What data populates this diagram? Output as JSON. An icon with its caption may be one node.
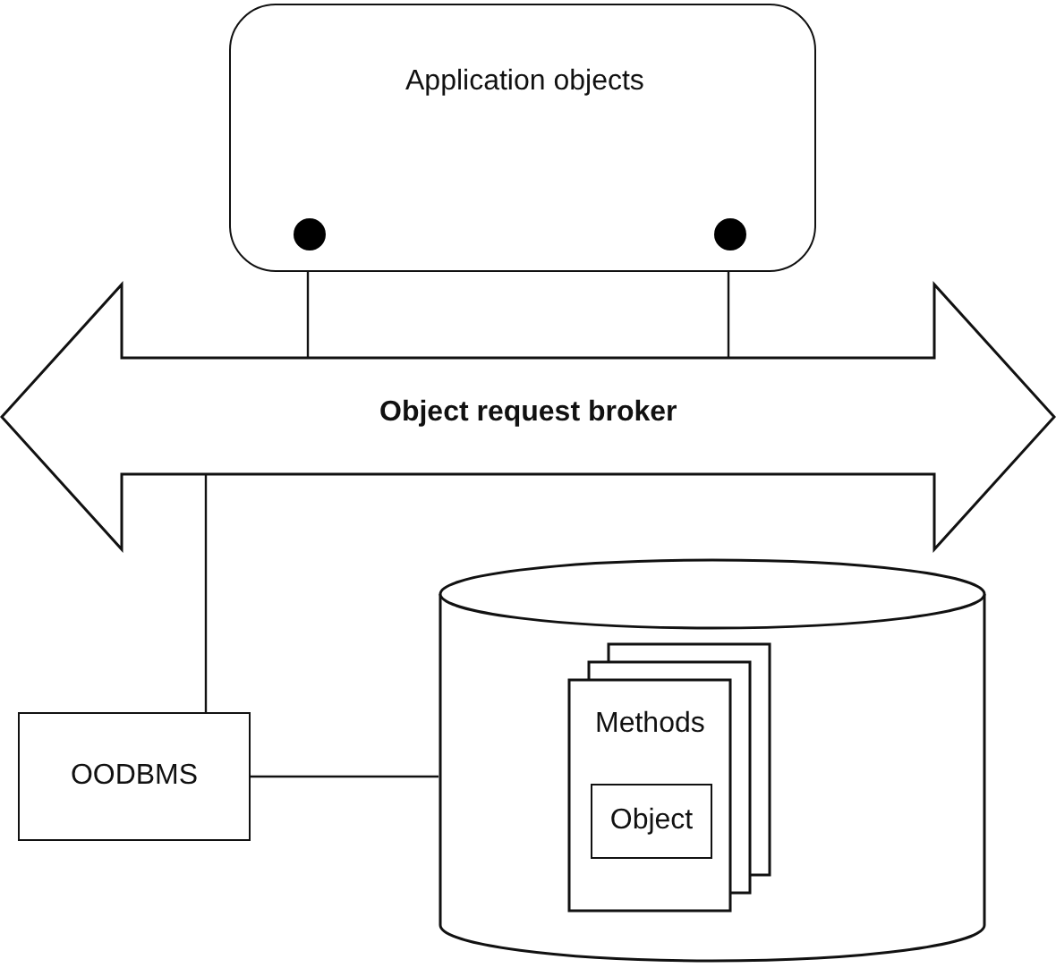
{
  "diagram": {
    "nodes": [
      {
        "text": [
          "Application objects"
        ]
      },
      {
        "text": [],
        "shape": "circle",
        "in": 0
      },
      {
        "text": [],
        "shape": "circle",
        "in": 0
      },
      {
        "text": [
          "Object request broker"
        ]
      },
      {
        "text": [
          "OODBMS"
        ]
      },
      {
        "text": [],
        "shape": "cylinder"
      },
      {
        "text": [
          "Methods"
        ],
        "in": 5
      },
      {
        "text": [
          "Object"
        ],
        "in": 6
      }
    ],
    "edges": [
      {
        "from": 1,
        "to": 3,
        "arrow": "none"
      },
      {
        "from": 2,
        "to": 3,
        "arrow": "none"
      },
      {
        "from": 3,
        "to": 4,
        "arrow": "none"
      },
      {
        "from": 4,
        "to": 5,
        "arrow": "none"
      }
    ]
  }
}
